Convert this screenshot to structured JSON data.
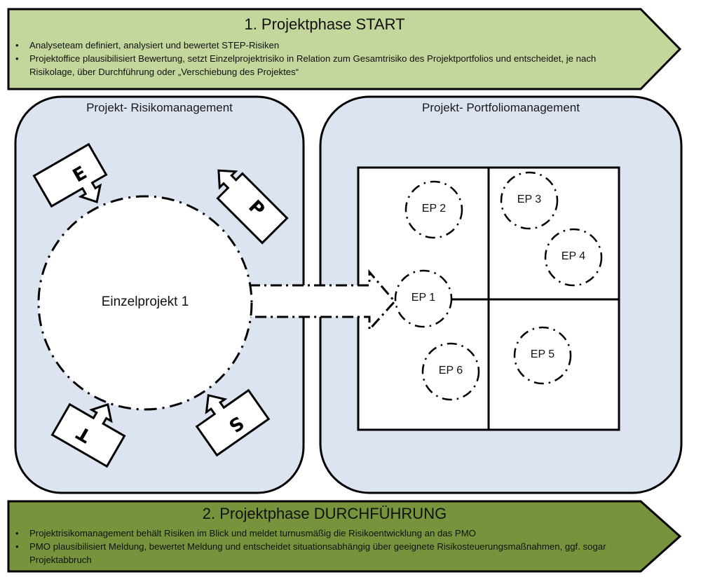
{
  "phase_start": {
    "title": "1. Projektphase START",
    "bullets": [
      "Analyseteam definiert, analysiert und bewertet STEP-Risiken",
      "Projektoffice plausibilisiert Bewertung, setzt Einzelprojektrisiko in Relation zum Gesamtrisiko des Projektportfolios und entscheidet, je nach Risikolage, über Durchführung oder „Verschiebung des Projektes“"
    ],
    "fill_color": "#c3d69b"
  },
  "risk_panel": {
    "title": "Projekt- Risikomanagement",
    "center_label": "Einzelprojekt 1",
    "callouts": [
      "E",
      "P",
      "T",
      "S"
    ],
    "fill_color": "#dbe4f0"
  },
  "portfolio_panel": {
    "title": "Projekt- Portfoliomanagement",
    "projects": [
      "EP 1",
      "EP 2",
      "EP 3",
      "EP 4",
      "EP 5",
      "EP 6"
    ],
    "fill_color": "#dbe4f0"
  },
  "phase_execution": {
    "title": "2. Projektphase DURCHFÜHRUNG",
    "bullets": [
      "Projektrisikomanagement  behält Risiken im Blick und meldet turnusmäßig die Risikoentwicklung an das PMO",
      "PMO plausibilisiert Meldung, bewertet Meldung und entscheidet situationsabhängig über geeignete Risikosteuerungsmaßnahmen, ggf. sogar Projektabbruch"
    ],
    "fill_color": "#77933c"
  }
}
